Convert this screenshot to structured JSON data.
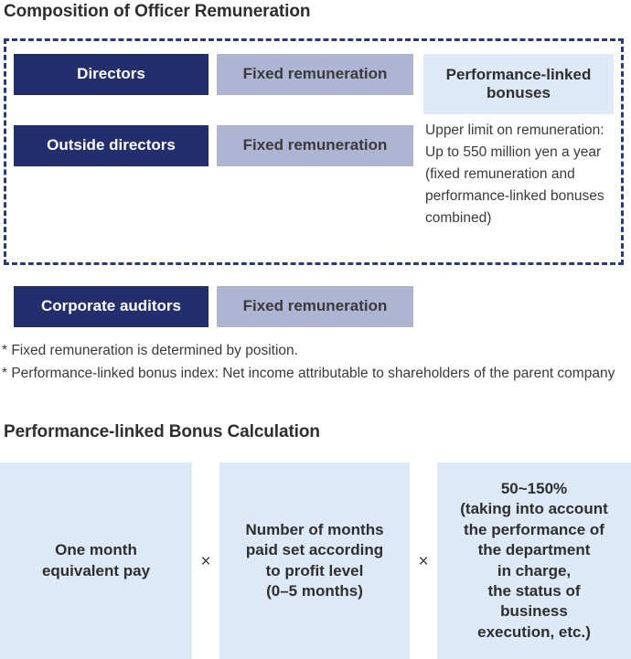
{
  "colors": {
    "navy": "#232E6D",
    "gray_purple": "#AFB4D2",
    "light_blue": "#DEE9F7",
    "dashed_border": "#2b3b7a",
    "text": "#3a3a3a"
  },
  "sections": {
    "composition": {
      "title": "Composition of Officer Remuneration",
      "rows": [
        {
          "role": "Directors",
          "fixed": "Fixed remuneration",
          "variable": "Performance-linked bonuses"
        },
        {
          "role": "Outside directors",
          "fixed": "Fixed remuneration"
        },
        {
          "role": "Corporate auditors",
          "fixed": "Fixed remuneration"
        }
      ],
      "upper_limit_note": "Upper limit on remuneration: Up to 550 million yen a year (fixed remuneration and performance-linked bonuses combined)",
      "footnotes": [
        "* Fixed remuneration is determined by position.",
        "* Performance-linked bonus index: Net income attributable to shareholders of the parent company"
      ]
    },
    "bonus_calculation": {
      "title": "Performance-linked Bonus Calculation",
      "factors": [
        "One month\nequivalent pay",
        "Number of months\npaid set according\nto profit level\n(0–5 months)",
        "50~150%\n(taking into account\nthe performance of\nthe department\nin charge,\nthe status of\nbusiness\nexecution, etc.)"
      ],
      "operators": [
        "×",
        "×"
      ]
    }
  }
}
